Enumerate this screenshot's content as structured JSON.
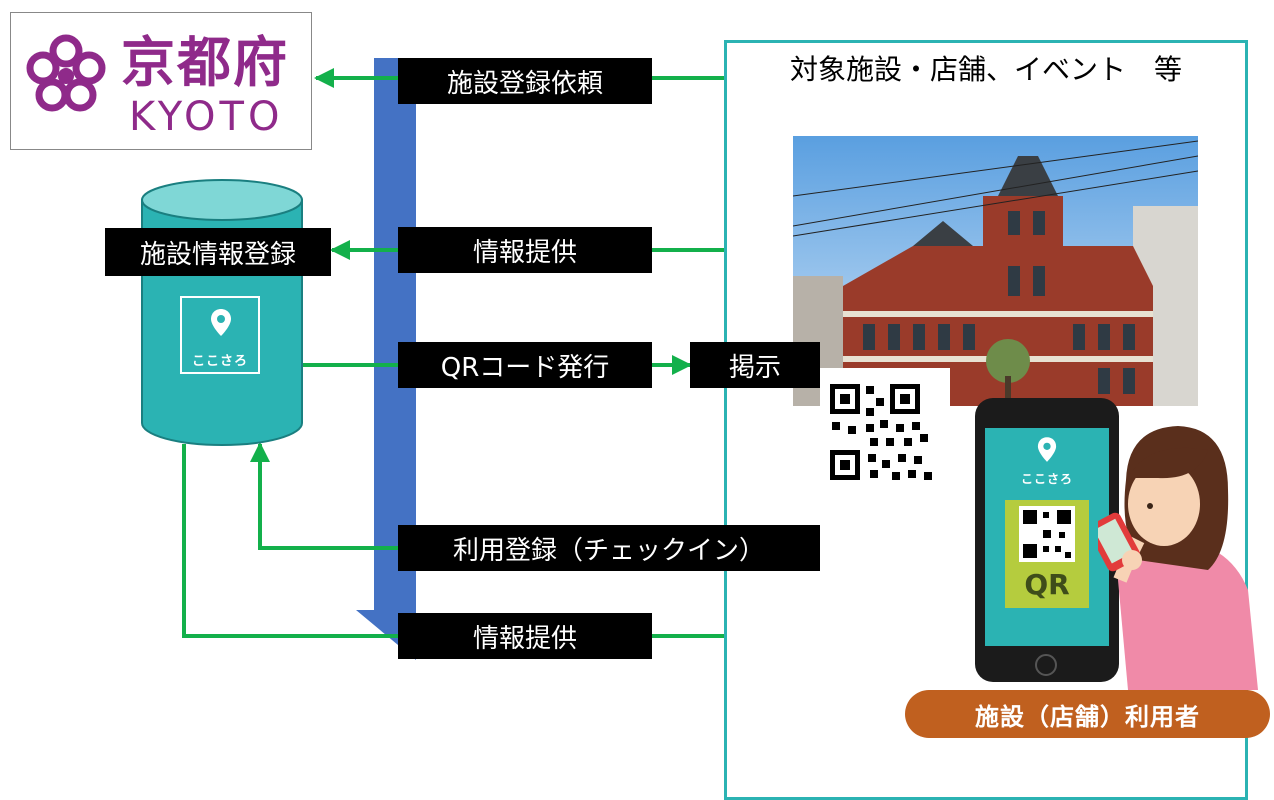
{
  "logo": {
    "title": "京都府",
    "subtitle": "KYOTO"
  },
  "facility_area": {
    "title": "対象施設・店舗、イベント　等"
  },
  "database": {
    "label": "施設情報登録",
    "app_name": "ここさろ"
  },
  "flows": {
    "register_request": "施設登録依頼",
    "info_provide_top": "情報提供",
    "qr_issue": "QRコード発行",
    "display": "掲示",
    "checkin": "利用登録（チェックイン）",
    "info_provide_bottom": "情報提供"
  },
  "phone": {
    "app_name": "ここさろ",
    "qr_text": "QR"
  },
  "user_label": "施設（店舗）利用者",
  "colors": {
    "arrow_green": "#13b04b",
    "bus_blue": "#4472c4",
    "teal": "#2bb3b3",
    "logo_purple": "#8f2a8a",
    "user_orange": "#c0601f"
  }
}
